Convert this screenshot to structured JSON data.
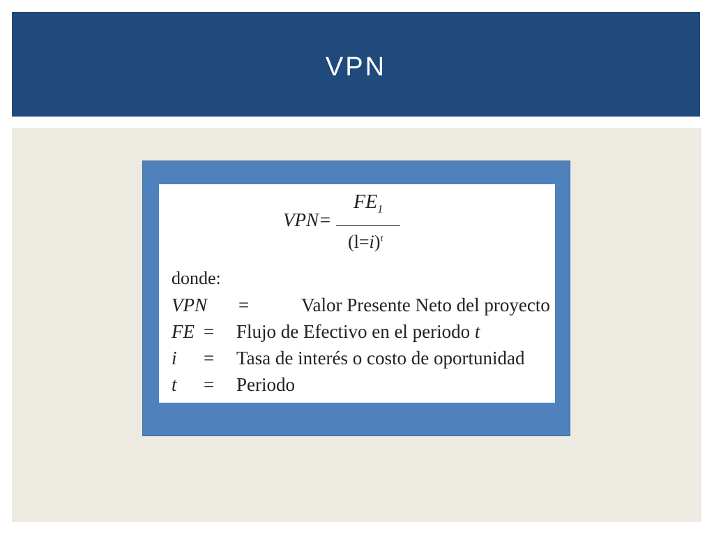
{
  "slide": {
    "title": "VPN"
  },
  "formula": {
    "lhs": "VPN=",
    "numerator_base": "FE",
    "numerator_sub": "1",
    "denominator_base": "(l=",
    "denominator_var": "i",
    "denominator_close": ")",
    "denominator_sup": "t"
  },
  "definitions": {
    "intro": "donde:",
    "rows": [
      {
        "symbol": "VPN",
        "equals": "=",
        "description": "Valor Presente Neto del proyecto",
        "suffix": ""
      },
      {
        "symbol": "FE",
        "equals": "=",
        "description": "Flujo de Efectivo en el periodo ",
        "suffix": "t"
      },
      {
        "symbol": "i",
        "equals": "=",
        "description": "Tasa de interés o costo de oportunidad",
        "suffix": ""
      },
      {
        "symbol": "t",
        "equals": "=",
        "description": "Periodo",
        "suffix": ""
      }
    ]
  },
  "colors": {
    "header": "#20497c",
    "content_background": "#edebe1",
    "frame": "#4f81bd"
  }
}
